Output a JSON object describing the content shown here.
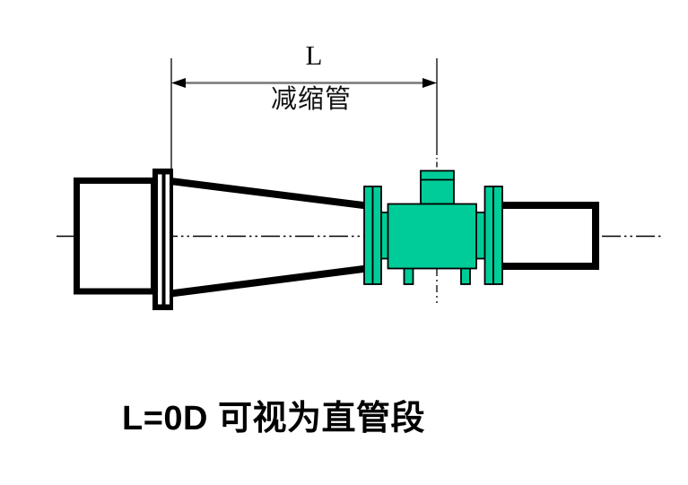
{
  "diagram": {
    "dimension_label": "L",
    "reducer_label": "减缩管",
    "caption": "L=0D 可视为直管段",
    "colors": {
      "flowmeter_fill": "#00CC99",
      "outline": "#000000",
      "dimension_line": "#777777",
      "background": "#FFFFFF"
    }
  }
}
